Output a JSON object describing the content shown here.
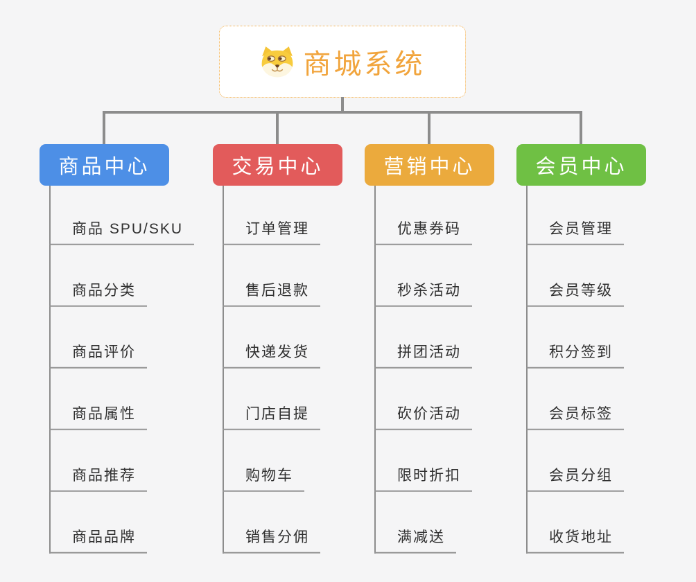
{
  "page": {
    "background": "#F5F5F6"
  },
  "root": {
    "title": "商城系统",
    "title_color": "#F1A43C",
    "border_color": "#F3B04F",
    "icon": "shiba-dog-icon"
  },
  "connectors": {
    "color": "#8C8C8C",
    "leaf_line_color": "#949494"
  },
  "branches": [
    {
      "label": "商品中心",
      "color": "#4D8FE6",
      "children": [
        "商品 SPU/SKU",
        "商品分类",
        "商品评价",
        "商品属性",
        "商品推荐",
        "商品品牌"
      ]
    },
    {
      "label": "交易中心",
      "color": "#E25B5B",
      "children": [
        "订单管理",
        "售后退款",
        "快递发货",
        "门店自提",
        "购物车",
        "销售分佣"
      ]
    },
    {
      "label": "营销中心",
      "color": "#EBAA3D",
      "children": [
        "优惠券码",
        "秒杀活动",
        "拼团活动",
        "砍价活动",
        "限时折扣",
        "满减送"
      ]
    },
    {
      "label": "会员中心",
      "color": "#6FC044",
      "children": [
        "会员管理",
        "会员等级",
        "积分签到",
        "会员标签",
        "会员分组",
        "收货地址"
      ]
    }
  ]
}
